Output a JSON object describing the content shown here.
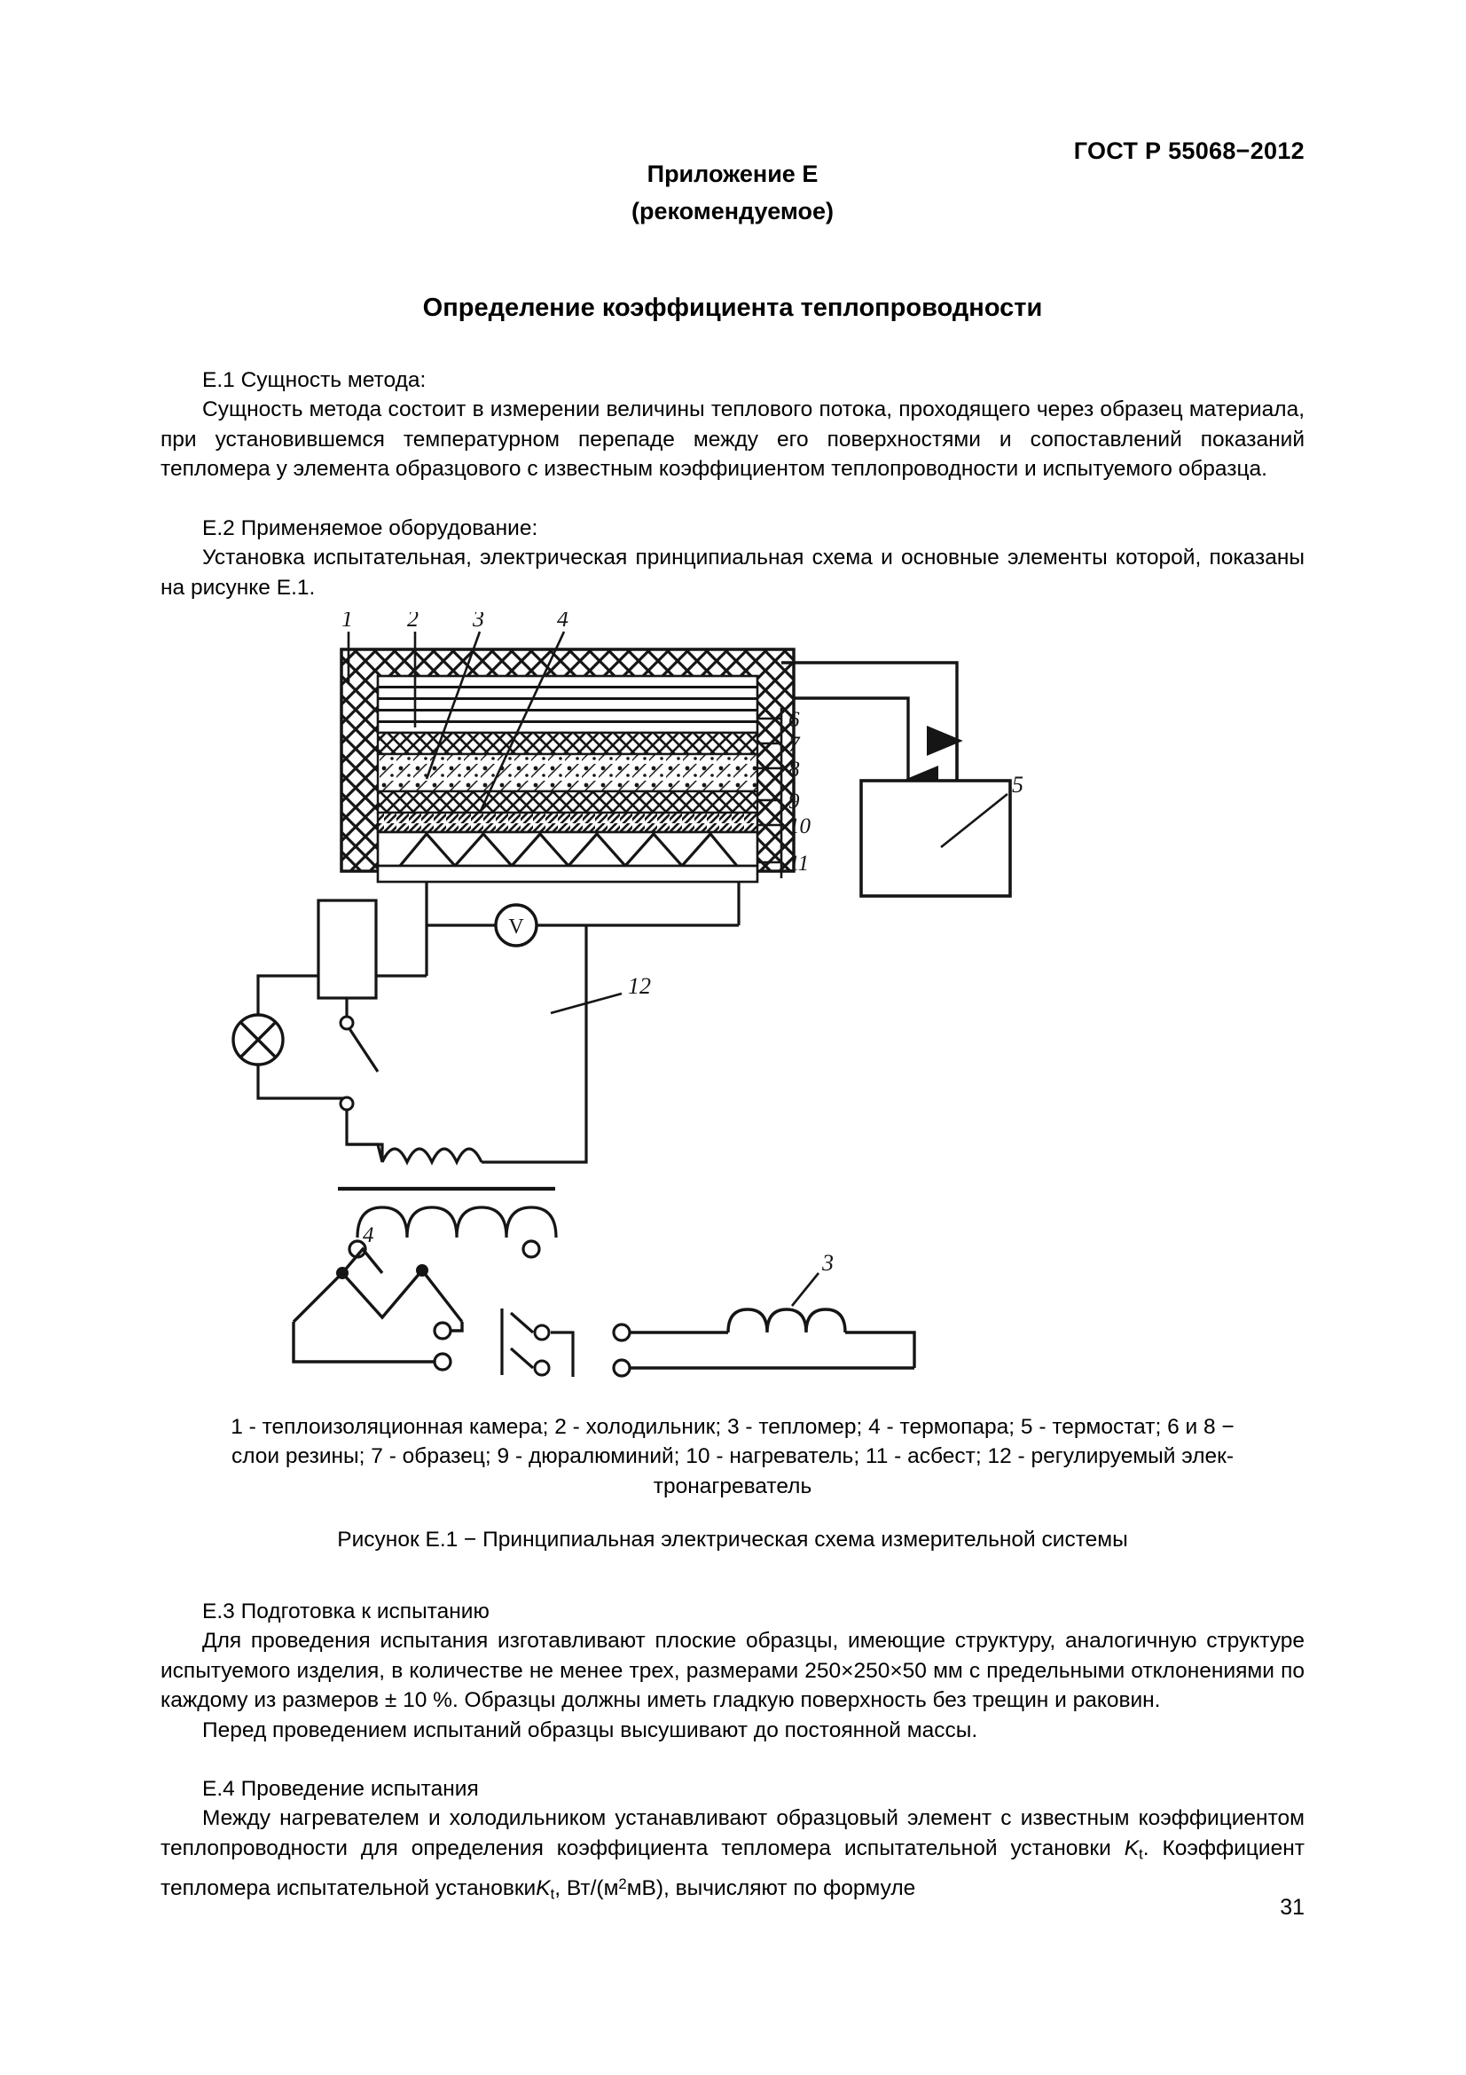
{
  "document": {
    "standard_header": "ГОСТ Р 55068−2012",
    "page_number": "31"
  },
  "appendix": {
    "title": "Приложение Е",
    "subtitle": "(рекомендуемое)",
    "main_title": "Определение коэффициента теплопроводности"
  },
  "sections": {
    "e1_heading": "Е.1 Сущность метода:",
    "e1_body": "Сущность метода состоит в измерении величины теплового потока, проходящего через образец материала, при установившемся температурном перепаде между его поверхностями и сопоставлений показаний тепломера у элемента образцового с известным коэффициентом теплопроводности и испытуемого образца.",
    "e2_heading": "Е.2 Применяемое оборудование:",
    "e2_body": "Установка испытательная, электрическая принципиальная схема и основные элементы которой, показаны на рисунке Е.1.",
    "e3_heading": "Е.3 Подготовка к испытанию",
    "e3_body_1": "Для проведения испытания изготавливают плоские образцы, имеющие структуру, аналогичную структуре испытуемого изделия, в количестве не менее трех, размерами 250×250×50 мм с предельными отклонениями по каждому из размеров ± 10 %. Образцы должны иметь гладкую поверхность без трещин и раковин.",
    "e3_body_2": "Перед проведением испытаний образцы высушивают до постоянной массы.",
    "e4_heading": "Е.4 Проведение испытания",
    "e4_body_prefix": "Между нагревателем и холодильником устанавливают образцовый элемент с известным коэффициентом теплопроводности для определения коэффициента тепломера испытательной установки ",
    "e4_symbol_1": "K",
    "e4_symbol_1_sub": "t",
    "e4_body_mid": ". Коэффициент тепломера испытательной установки",
    "e4_symbol_2": "K",
    "e4_symbol_2_sub": "t",
    "e4_units_prefix": ", Вт/(м",
    "e4_units_sup": "2",
    "e4_units_suffix": "мВ), вычисляют по формуле"
  },
  "figure": {
    "number": "Рисунок Е.1 − Принципиальная электрическая схема измерительной системы",
    "caption_line_1": "1 - теплоизоляционная камера; 2 - холодильник; 3 - тепломер; 4 - термопара; 5 - термостат; 6 и 8 −",
    "caption_line_2": "слои резины; 7 - образец; 9 - дюралюминий; 10 - нагреватель; 11 - асбест; 12 - регулируемый элек-",
    "caption_line_3": "тронагреватель",
    "callouts": {
      "top_1": "1",
      "top_2": "2",
      "top_3": "3",
      "top_4": "4",
      "side_6": "6",
      "side_7": "7",
      "side_8": "8",
      "side_9": "9",
      "side_10": "10",
      "side_11": "11",
      "thermostat_5": "5",
      "regulator_12": "12",
      "thermocouple_4": "4",
      "heatmeter_3": "3"
    },
    "instrument_labels": {
      "voltmeter": "V"
    }
  }
}
